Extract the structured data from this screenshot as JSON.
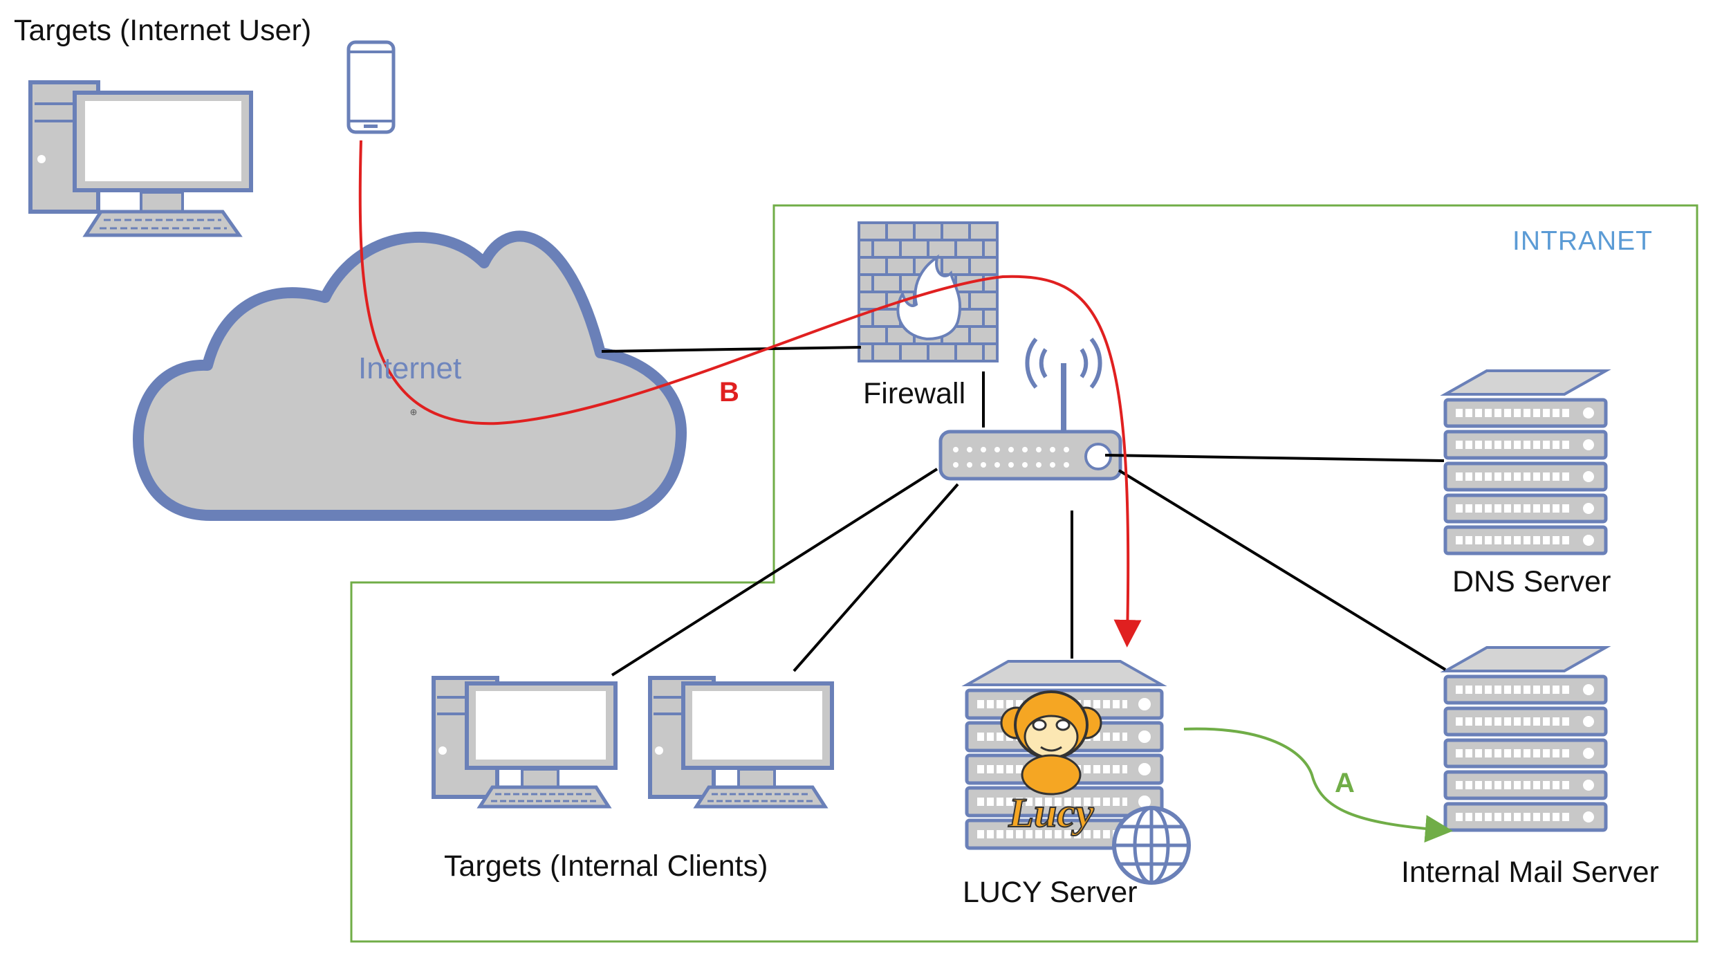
{
  "labels": {
    "internet_user": "Targets (Internet User)",
    "internet": "Internet",
    "intranet": "INTRANET",
    "firewall": "Firewall",
    "dns_server": "DNS Server",
    "internal_clients": "Targets (Internal Clients)",
    "lucy_server": "LUCY Server",
    "mail_server": "Internal Mail Server",
    "path_b": "B",
    "path_a": "A",
    "lucy_logo_text": "Lucy"
  },
  "colors": {
    "device_stroke": "#6a80b8",
    "device_fill": "#c8c8c8",
    "intranet_border": "#70ad47",
    "path_b": "#e02020",
    "path_a": "#70ad47",
    "link": "#000000",
    "intranet_text": "#5b9bd5"
  }
}
